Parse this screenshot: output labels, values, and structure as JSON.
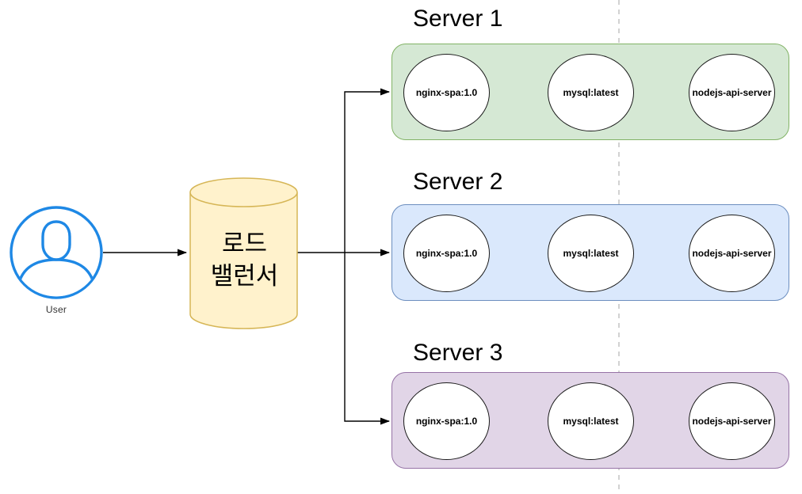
{
  "diagram": {
    "user": {
      "label": "User",
      "icon": "person-in-circle-icon"
    },
    "load_balancer": {
      "line1": "로드",
      "line2": "밸런서",
      "shape": "cylinder"
    },
    "servers": [
      {
        "title": "Server 1",
        "fill": "#d5e8d4",
        "border": "#82b366",
        "containers": [
          "nginx-spa:1.0",
          "mysql:latest",
          "nodejs-api-server"
        ]
      },
      {
        "title": "Server 2",
        "fill": "#dae8fc",
        "border": "#6c8ebf",
        "containers": [
          "nginx-spa:1.0",
          "mysql:latest",
          "nodejs-api-server"
        ]
      },
      {
        "title": "Server 3",
        "fill": "#e1d5e7",
        "border": "#9673a6",
        "containers": [
          "nginx-spa:1.0",
          "mysql:latest",
          "nodejs-api-server"
        ]
      }
    ],
    "colors": {
      "user_icon": "#1e88e5",
      "cylinder_fill": "#fff2cc",
      "cylinder_border": "#d6b656",
      "connector": "#000000",
      "dashed_guide": "#b3b3b3"
    }
  }
}
